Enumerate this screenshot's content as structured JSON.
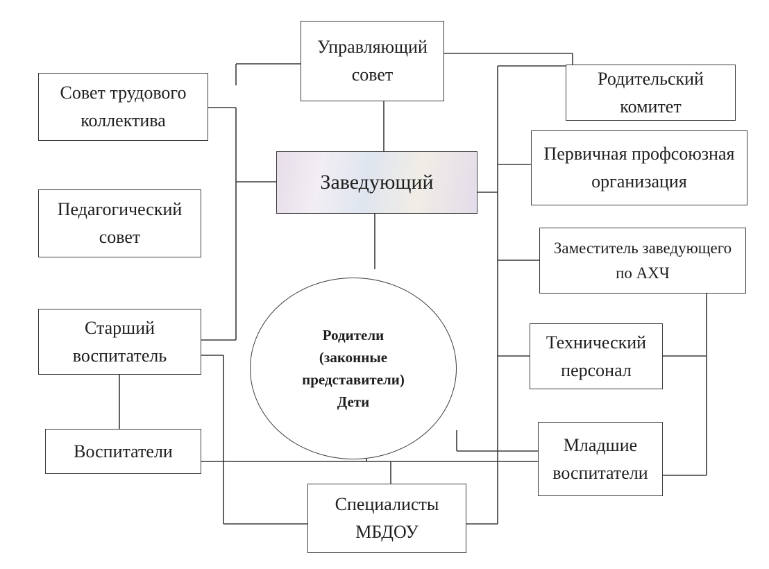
{
  "diagram": {
    "governing_council": "Управляющий\nсовет",
    "parent_committee": "Родительский\nкомитет",
    "labor_council": "Совет трудового\nколлектива",
    "head": "Заведующий",
    "trade_union": "Первичная профсоюзная\nорганизация",
    "pedagogical_council": "Педагогический\nсовет",
    "deputy_head": "Заместитель заведующего\nпо АХЧ",
    "senior_educator": "Старший\nвоспитатель",
    "parents_children": "Родители\n(законные\nпредставители)\nДети",
    "technical_staff": "Технический\nперсонал",
    "educators": "Воспитатели",
    "junior_educators": "Младшие\nвоспитатели",
    "specialists": "Специалисты\nМБДОУ"
  }
}
